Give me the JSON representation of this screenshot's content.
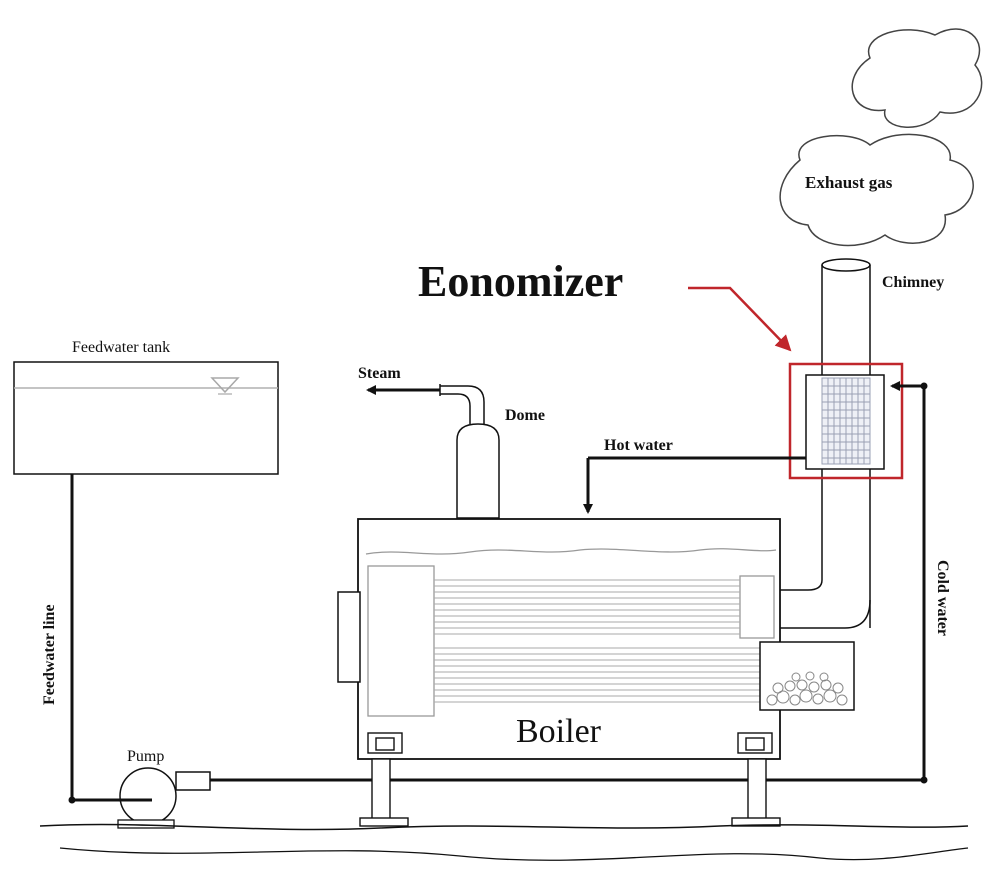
{
  "labels": {
    "exhaust_gas": "Exhaust gas",
    "economizer": "Eonomizer",
    "chimney": "Chimney",
    "feedwater_tank": "Feedwater tank",
    "steam": "Steam",
    "dome": "Dome",
    "hot_water": "Hot water",
    "cold_water": "Cold water",
    "feedwater_line": "Feedwater line",
    "pump": "Pump",
    "boiler": "Boiler"
  },
  "colors": {
    "line": "#111111",
    "accent": "#c0262b",
    "economizer_grid": "#9aa0b4",
    "tank_level": "#b0b0b0"
  }
}
